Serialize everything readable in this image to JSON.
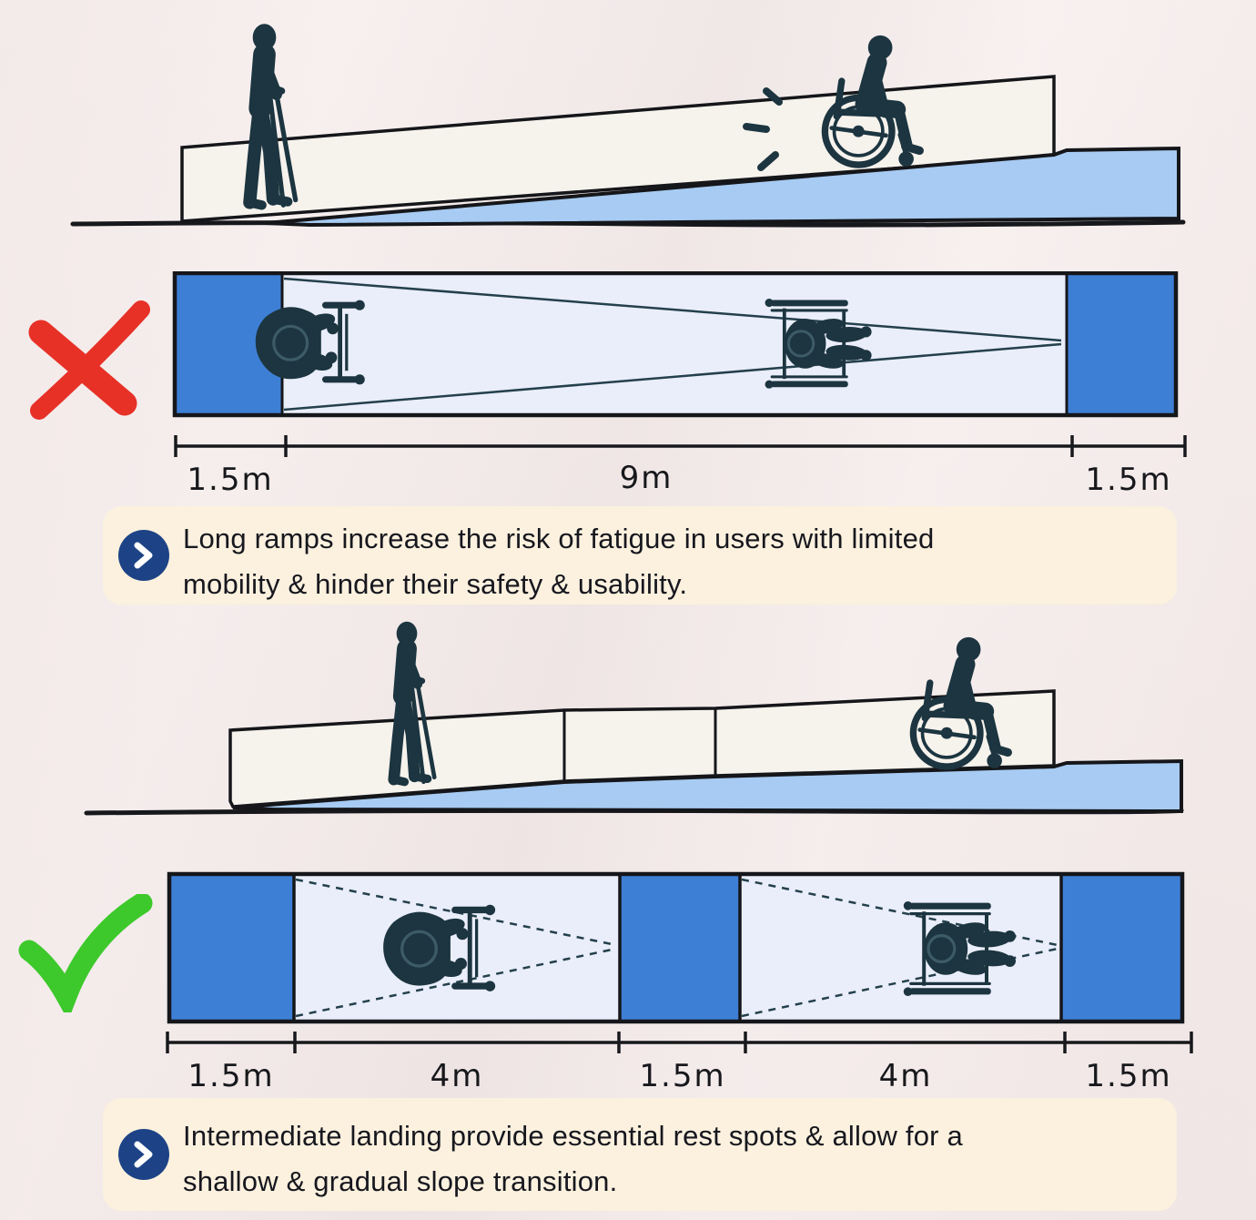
{
  "colors": {
    "background": "#f7f0ef",
    "landing_blue": "#3e7fd6",
    "ramp_surface_light": "#eaeefa",
    "side_ramp_base_blue": "#a7cbf2",
    "side_ramp_wall_white": "#f6f2ec",
    "silhouette_dark": "#1c3540",
    "outline_dark": "#17181c",
    "cross_red": "#e73127",
    "check_green": "#3dc92b",
    "caption_background": "#fbf1de",
    "caption_text": "#17171f",
    "chevron_circle_blue": "#1d4386"
  },
  "bad_design": {
    "verdict_icon": "red-cross",
    "side_view": {
      "figures": [
        "person-with-crutches",
        "wheelchair-user"
      ],
      "effort_marks": "strain-dashes-at-wheel"
    },
    "plan_view": {
      "segments": [
        {
          "type": "landing",
          "length": "1.5 m"
        },
        {
          "type": "ramp-run",
          "length": "9 m"
        },
        {
          "type": "landing",
          "length": "1.5 m"
        }
      ]
    },
    "dimensions": {
      "labels": [
        "1.5m",
        "9m",
        "1.5m"
      ]
    },
    "caption": {
      "icon": "chevron-right",
      "line1": "Long ramps increase the risk of fatigue in users with limited",
      "line2": "mobility & hinder their safety & usability."
    }
  },
  "good_design": {
    "verdict_icon": "green-check",
    "side_view": {
      "figures": [
        "person-with-crutches",
        "wheelchair-user"
      ],
      "feature": "intermediate-landing-between-two-ramp-runs"
    },
    "plan_view": {
      "segments": [
        {
          "type": "landing",
          "length": "1.5 m"
        },
        {
          "type": "ramp-run",
          "length": "4 m"
        },
        {
          "type": "landing",
          "length": "1.5 m"
        },
        {
          "type": "ramp-run",
          "length": "4 m"
        },
        {
          "type": "landing",
          "length": "1.5 m"
        }
      ]
    },
    "dimensions": {
      "labels": [
        "1.5m",
        "4m",
        "1.5m",
        "4m",
        "1.5m"
      ]
    },
    "caption": {
      "icon": "chevron-right",
      "line1": "Intermediate landing provide essential rest spots & allow for a",
      "line2": "shallow & gradual slope transition."
    }
  }
}
